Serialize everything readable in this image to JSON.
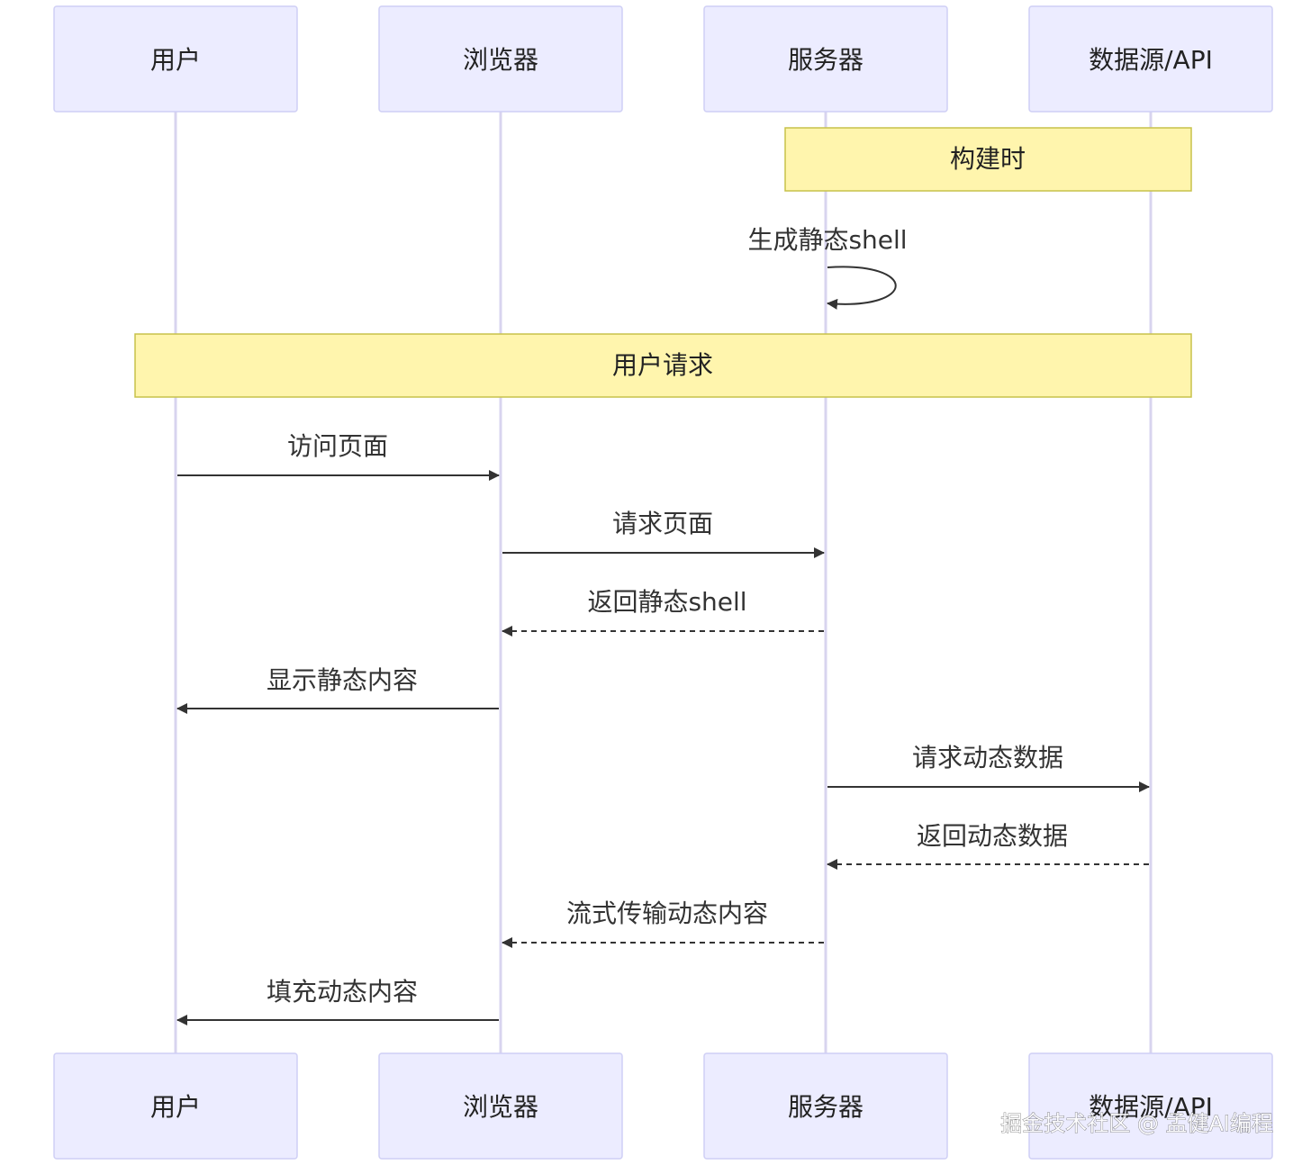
{
  "participants": [
    {
      "id": "user",
      "label": "用户"
    },
    {
      "id": "browser",
      "label": "浏览器"
    },
    {
      "id": "server",
      "label": "服务器"
    },
    {
      "id": "datasource",
      "label": "数据源/API"
    }
  ],
  "notes": [
    {
      "id": "build-time",
      "label": "构建时",
      "from": "server",
      "to": "datasource"
    },
    {
      "id": "user-request",
      "label": "用户请求",
      "from": "user",
      "to": "datasource"
    }
  ],
  "messages": [
    {
      "id": "generate-static-shell",
      "label": "生成静态shell",
      "from": "server",
      "to": "server",
      "style": "solid"
    },
    {
      "id": "visit-page",
      "label": "访问页面",
      "from": "user",
      "to": "browser",
      "style": "solid"
    },
    {
      "id": "request-page",
      "label": "请求页面",
      "from": "browser",
      "to": "server",
      "style": "solid"
    },
    {
      "id": "return-static-shell",
      "label": "返回静态shell",
      "from": "server",
      "to": "browser",
      "style": "dashed"
    },
    {
      "id": "show-static-content",
      "label": "显示静态内容",
      "from": "browser",
      "to": "user",
      "style": "solid"
    },
    {
      "id": "request-dynamic-data",
      "label": "请求动态数据",
      "from": "server",
      "to": "datasource",
      "style": "solid"
    },
    {
      "id": "return-dynamic-data",
      "label": "返回动态数据",
      "from": "datasource",
      "to": "server",
      "style": "dashed"
    },
    {
      "id": "stream-dynamic-content",
      "label": "流式传输动态内容",
      "from": "server",
      "to": "browser",
      "style": "dashed"
    },
    {
      "id": "fill-dynamic-content",
      "label": "填充动态内容",
      "from": "browser",
      "to": "user",
      "style": "solid"
    }
  ],
  "watermark": "掘金技术社区 @ 孟健AI编程"
}
